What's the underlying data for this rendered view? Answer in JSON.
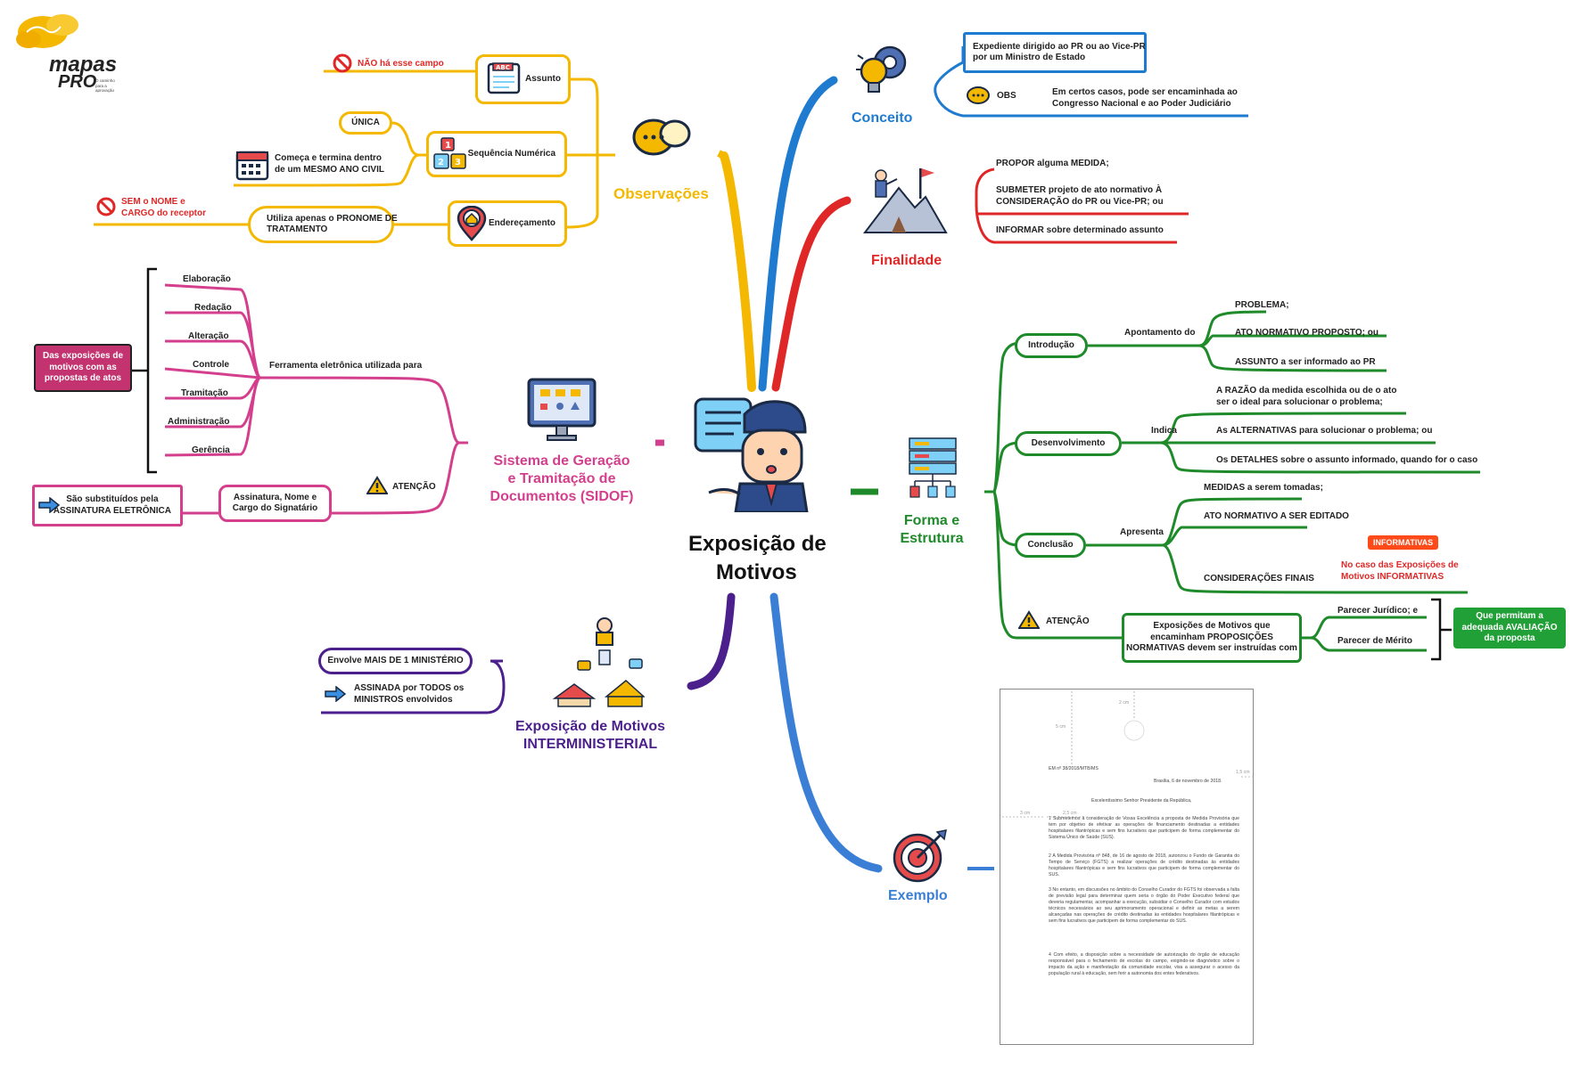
{
  "logo": {
    "name": "mapas",
    "sub": "PRO",
    "tagline": "O caminho para a aprovação"
  },
  "center": {
    "title_line1": "Exposição de",
    "title_line2": "Motivos"
  },
  "observacoes": {
    "title": "Observações",
    "assunto": "Assunto",
    "assunto_note": "NÃO há esse campo",
    "sequencia": "Sequência Numérica",
    "unica": "ÚNICA",
    "ano_civil": "Começa e termina dentro\nde um MESMO ANO CIVIL",
    "enderecamento": "Endereçamento",
    "pronome": "Utiliza apenas o PRONOME DE\nTRATAMENTO",
    "sem_nome": "SEM o NOME e\nCARGO do receptor"
  },
  "sidof": {
    "title": "Sistema de Geração\ne Tramitação de\nDocumentos (SIDOF)",
    "ferramenta": "Ferramenta eletrônica utilizada para",
    "items": [
      "Elaboração",
      "Redação",
      "Alteração",
      "Controle",
      "Tramitação",
      "Administração",
      "Gerência"
    ],
    "das_exposicoes": "Das exposições de\nmotivos com as\npropostas de atos",
    "atencao": "ATENÇÃO",
    "assinatura": "Assinatura, Nome e\nCargo do Signatário",
    "substituidos": "São substituídos pela\nASSINATURA ELETRÔNICA"
  },
  "interministerial": {
    "title": "Exposição de Motivos\nINTERMINISTERIAL",
    "envolve": "Envolve MAIS DE 1 MINISTÉRIO",
    "assinada": "ASSINADA por TODOS os\nMINISTROS envolvidos"
  },
  "conceito": {
    "title": "Conceito",
    "def": "Expediente dirigido ao PR ou ao Vice-PR\npor um Ministro de Estado",
    "obs_label": "OBS",
    "obs": "Em certos casos, pode ser encaminhada ao\nCongresso Nacional e ao Poder Judiciário"
  },
  "finalidade": {
    "title": "Finalidade",
    "items": [
      "PROPOR alguma MEDIDA;",
      "SUBMETER projeto de ato normativo À\nCONSIDERAÇÃO do PR ou Vice-PR; ou",
      "INFORMAR sobre determinado assunto"
    ]
  },
  "forma": {
    "title": "Forma e\nEstrutura",
    "introducao": "Introdução",
    "apontamento": "Apontamento do",
    "intro_items": [
      "PROBLEMA;",
      "ATO NORMATIVO PROPOSTO; ou",
      "ASSUNTO a ser informado ao PR"
    ],
    "desenvolvimento": "Desenvolvimento",
    "indica": "Indica",
    "dev_items": [
      "A RAZÃO da medida escolhida ou de o ato\nser o ideal para solucionar o problema;",
      "As ALTERNATIVAS para solucionar o problema; ou",
      "Os DETALHES sobre o assunto informado, quando for o caso"
    ],
    "conclusao": "Conclusão",
    "apresenta": "Apresenta",
    "conc_items": [
      "MEDIDAS a serem tomadas;",
      "ATO NORMATIVO A SER EDITADO",
      "CONSIDERAÇÕES FINAIS"
    ],
    "informativas_chip": "INFORMATIVAS",
    "informativas_note": "No caso das Exposições de\nMotivos INFORMATIVAS",
    "atencao": "ATENÇÃO",
    "proposicoes": "Exposições de Motivos que\nencaminham PROPOSIÇÕES\nNORMATIVAS devem ser instruídas com",
    "pareceres": [
      "Parecer Jurídico; e",
      "Parecer de Mérito"
    ],
    "permitam": "Que permitam a\nadequada AVALIAÇÃO\nda proposta"
  },
  "exemplo": {
    "title": "Exemplo",
    "doc": {
      "m_2cm": "2 cm",
      "m_5cm": "5 cm",
      "m_15cm": "1,5 cm",
      "m_3cm": "3 cm",
      "m_25cm": "2,5 cm",
      "em": "EM nº 38/2018/MTB/MS",
      "data": "Brasília, 6 de novembro de 2018.",
      "vocativo": "Excelentíssimo Senhor Presidente da República,",
      "p1": "1 Submetemos à consideração de Vossa Excelência a proposta de Medida Provisória que tem por objetivo de efetivar as operações de financiamento destinadas a entidades hospitalares filantrópicas e sem fins lucrativos que participem de forma complementar do Sistema Único de Saúde (SUS).",
      "p2": "2 A Medida Provisória nº 848, de 16 de agosto de 2018, autorizou o Fundo de Garantia do Tempo de Serviço (FGTS) a realizar operações de crédito destinadas às entidades hospitalares filantrópicas e sem fins lucrativos que participem de forma complementar do SUS.",
      "p3": "3 No entanto, em discussões no âmbito do Conselho Curador do FGTS foi observada a falta de previsão legal para determinar quem seria o órgão do Poder Executivo federal que deveria regulamentar, acompanhar a execução, subsidiar o Conselho Curador com estudos técnicos necessários ao seu aprimoramento operacional e definir as metas a serem alcançadas nas operações de crédito destinadas às entidades hospitalares filantrópicas e sem fins lucrativos que participem de forma complementar do SUS.",
      "p4": "4 Com efeito, a disposição sobre a necessidade de autorização do órgão de educação responsável para o fechamento de escolas do campo, exigindo-se diagnóstico sobre o impacto da ação e manifestação da comunidade escolar, visa a assegurar o acesso da população rural à educação, sem ferir a autonomia dos entes federativos."
    }
  },
  "colors": {
    "yellow": "#f4b800",
    "pink": "#d43f8d",
    "purple": "#4b1f8c",
    "blue": "#1e7bd0",
    "red": "#e02727",
    "green": "#1e8a2a",
    "lightblue": "#3a7fd5"
  }
}
